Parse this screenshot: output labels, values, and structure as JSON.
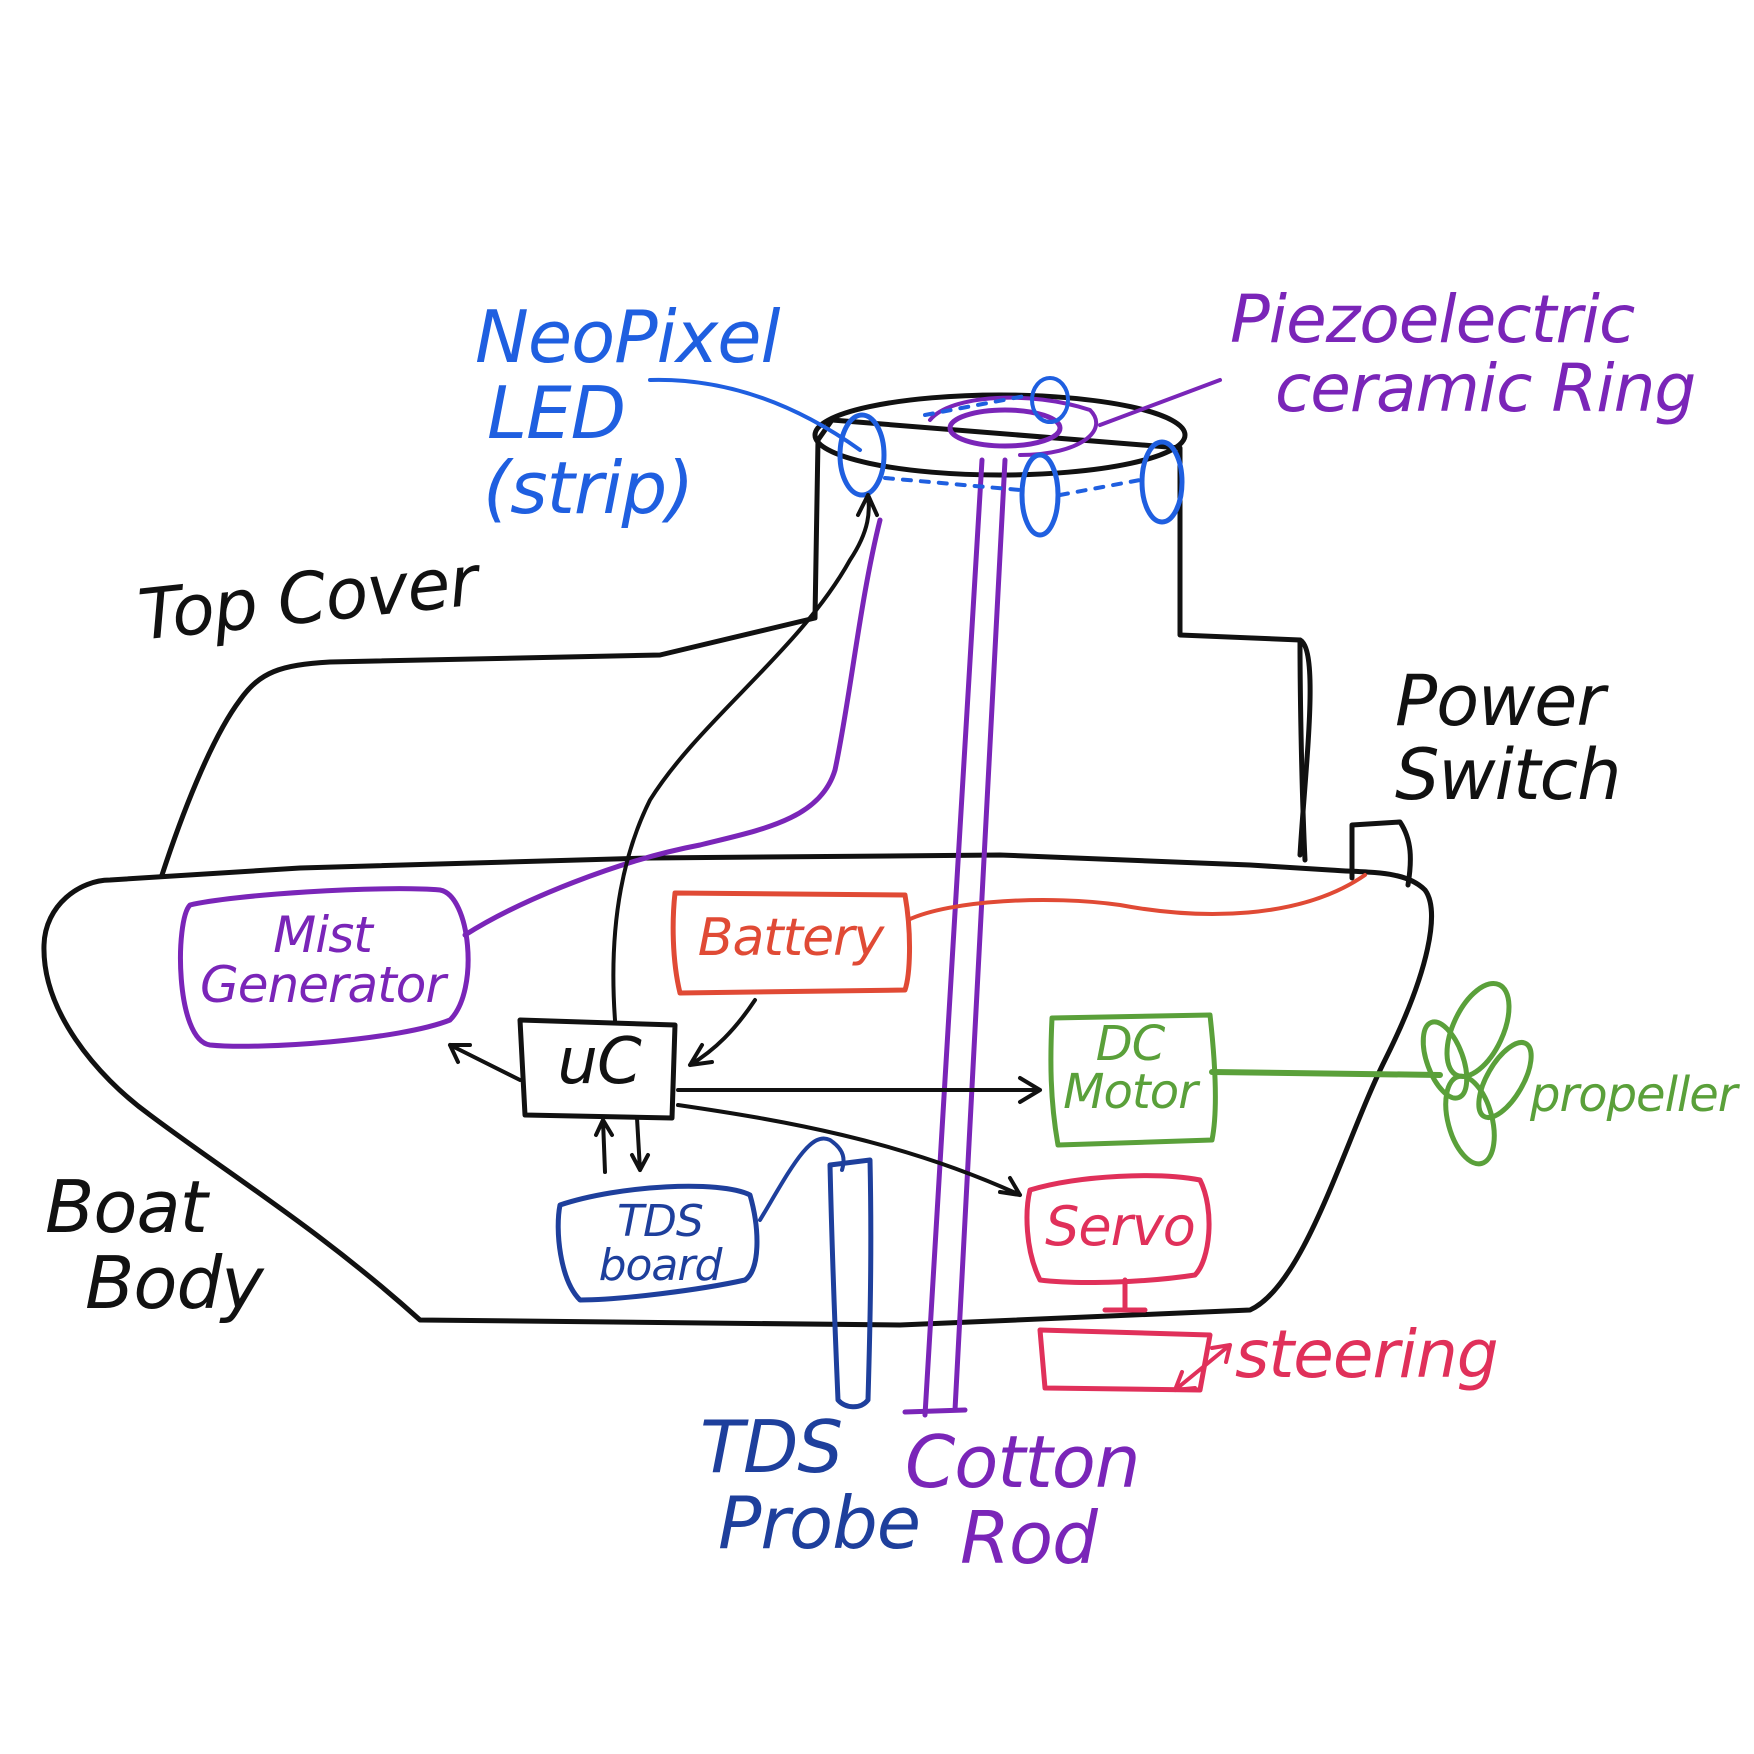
{
  "labels": {
    "neopixel_line1": "NeoPixel",
    "neopixel_line2": "LED",
    "neopixel_line3": "(strip)",
    "piezo_line1": "Piezoelectric",
    "piezo_line2": "ceramic Ring",
    "top_cover": "Top Cover",
    "power_switch_line1": "Power",
    "power_switch_line2": "Switch",
    "boat_body_line1": "Boat",
    "boat_body_line2": "Body",
    "propeller": "propeller",
    "steering": "steering",
    "tds_probe_line1": "TDS",
    "tds_probe_line2": "Probe",
    "cotton_rod_line1": "Cotton",
    "cotton_rod_line2": "Rod"
  },
  "components": {
    "mist_generator_line1": "Mist",
    "mist_generator_line2": "Generator",
    "battery": "Battery",
    "uc": "uC",
    "dc_motor_line1": "DC",
    "dc_motor_line2": "Motor",
    "tds_board_line1": "TDS",
    "tds_board_line2": "board",
    "servo": "Servo"
  },
  "colors": {
    "ink": "#111111",
    "blue": "#1f5fe0",
    "purple": "#7a25b8",
    "red": "#e04a35",
    "green": "#5aa03a",
    "navy": "#1e3f9c",
    "crimson": "#e0305a"
  }
}
